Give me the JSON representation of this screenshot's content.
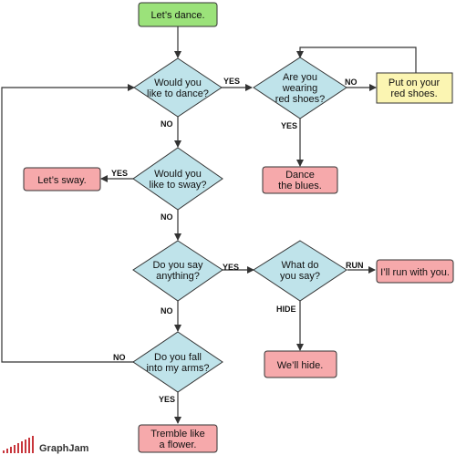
{
  "nodes": {
    "start": [
      "Let’s dance."
    ],
    "q_dance": [
      "Would you",
      "like to dance?"
    ],
    "q_shoes": [
      "Are you",
      "wearing",
      "red shoes?"
    ],
    "put_shoes": [
      "Put on your",
      "red shoes."
    ],
    "dance_blues": [
      "Dance",
      "the blues."
    ],
    "q_sway": [
      "Would you",
      "like to sway?"
    ],
    "sway": [
      "Let’s sway."
    ],
    "q_say": [
      "Do you say",
      "anything?"
    ],
    "q_what": [
      "What do",
      "you say?"
    ],
    "run": [
      "I’ll run with you."
    ],
    "hide": [
      "We’ll hide."
    ],
    "q_fall": [
      "Do you fall",
      "into my arms?"
    ],
    "tremble": [
      "Tremble like",
      "a flower."
    ]
  },
  "edge_labels": {
    "dance_yes": "YES",
    "dance_no": "NO",
    "shoes_no": "NO",
    "shoes_yes": "YES",
    "sway_yes": "YES",
    "sway_no": "NO",
    "say_yes": "YES",
    "say_no": "NO",
    "what_run": "RUN",
    "what_hide": "HIDE",
    "fall_no": "NO",
    "fall_yes": "YES"
  },
  "brand": {
    "name": "GraphJam"
  },
  "colors": {
    "start_fill": "#9be27a",
    "decision_fill": "#bfe3ea",
    "action_fill": "#f6a9ab",
    "note_fill": "#fbf5b2",
    "stroke": "#333333",
    "brand_bars": "#c8363c"
  }
}
